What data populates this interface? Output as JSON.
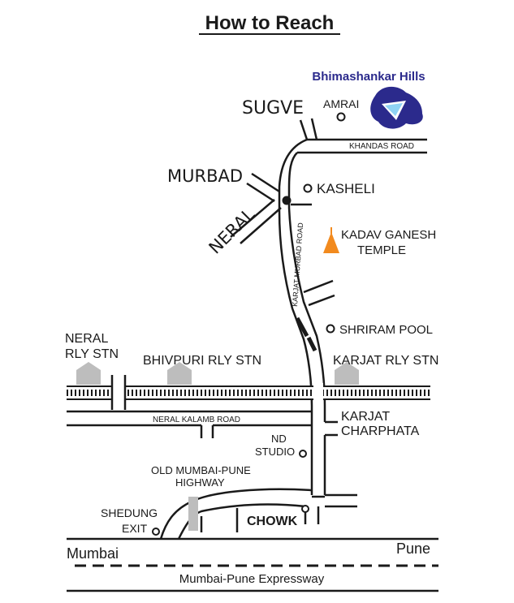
{
  "title": "How to Reach",
  "places": {
    "bhimashankar_hills": "Bhimashankar Hills",
    "sugve": "SUGVE",
    "amrai": "AMRAI",
    "khandas_road": "KHANDAS ROAD",
    "murbad": "MURBAD",
    "kasheli": "KASHELI",
    "neral": "NERAL",
    "kadav_ganesh_line1": "KADAV GANESH",
    "kadav_ganesh_line2": "TEMPLE",
    "karjat_murbad_road": "KARJAT MURBAD ROAD",
    "shriram_pool": "SHRIRAM POOL",
    "neral_rly_line1": "NERAL",
    "neral_rly_line2": "RLY STN",
    "bhivpuri_rly": "BHIVPURI RLY STN",
    "karjat_rly": "KARJAT RLY STN",
    "neral_kalamb_road": "NERAL KALAMB ROAD",
    "karjat_charphata_line1": "KARJAT",
    "karjat_charphata_line2": "CHARPHATA",
    "nd_studio_line1": "ND",
    "nd_studio_line2": "STUDIO",
    "old_highway_line1": "OLD MUMBAI-PUNE",
    "old_highway_line2": "HIGHWAY",
    "shedung_line1": "SHEDUNG",
    "shedung_line2": "EXIT",
    "chowk": "CHOWK",
    "mumbai": "Mumbai",
    "pune": "Pune",
    "expressway": "Mumbai-Pune Expressway"
  },
  "colors": {
    "destination": "#2b2a8c",
    "temple": "#f28a1e",
    "road": "#1a1a1a",
    "station_icon": "#bdbdbd"
  },
  "icons": [
    "bhimashankar-hills-icon",
    "temple-icon",
    "train-station-icon",
    "location-dot-icon",
    "junction-dot-icon"
  ]
}
